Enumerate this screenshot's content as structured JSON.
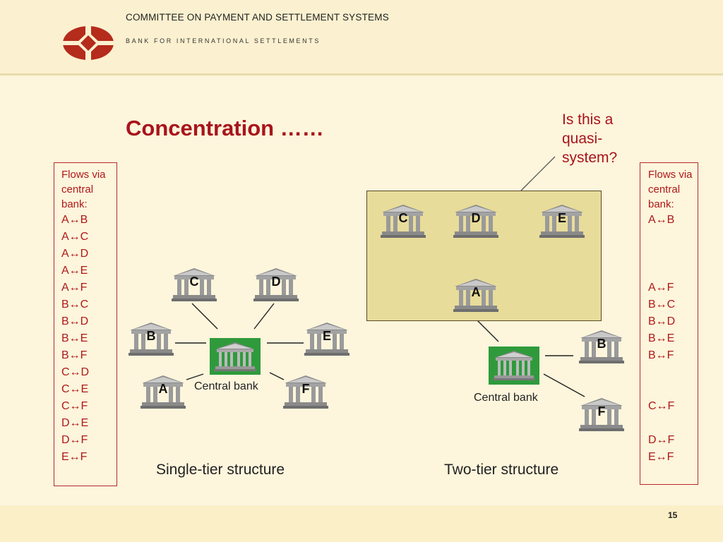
{
  "header": {
    "org_line1": "COMMITTEE  ON  PAYMENT  AND  SETTLEMENT  SYSTEMS",
    "org_line2": "BANK FOR INTERNATIONAL SETTLEMENTS",
    "logo_color": "#b52b1c"
  },
  "slide": {
    "title": "Concentration ……",
    "callout": "Is this a quasi-system?",
    "page_number": "15"
  },
  "left_flows": {
    "header": "Flows via central bank:",
    "items": [
      "A↔B",
      "A↔C",
      "A↔D",
      "A↔E",
      "A↔F",
      "B↔C",
      "B↔D",
      "B↔E",
      "B↔F",
      "C↔D",
      "C↔E",
      "C↔F",
      "D↔E",
      "D↔F",
      "E↔F"
    ]
  },
  "right_flows": {
    "header": "Flows via central bank:",
    "items": [
      "A↔B",
      "",
      "",
      "",
      "A↔F",
      "B↔C",
      "B↔D",
      "B↔E",
      "B↔F",
      "",
      "",
      "C↔F",
      "",
      "D↔F",
      "E↔F"
    ]
  },
  "single_tier": {
    "caption": "Single-tier structure",
    "central_bank_label": "Central bank",
    "banks": [
      "A",
      "B",
      "C",
      "D",
      "E",
      "F"
    ]
  },
  "two_tier": {
    "caption": "Two-tier structure",
    "central_bank_label": "Central bank",
    "banks": [
      "A",
      "B",
      "C",
      "D",
      "E",
      "F"
    ]
  },
  "colors": {
    "accent_red": "#a8141c",
    "central_bank_green": "#2f9a3c",
    "cluster_fill": "#e8dc9a"
  }
}
